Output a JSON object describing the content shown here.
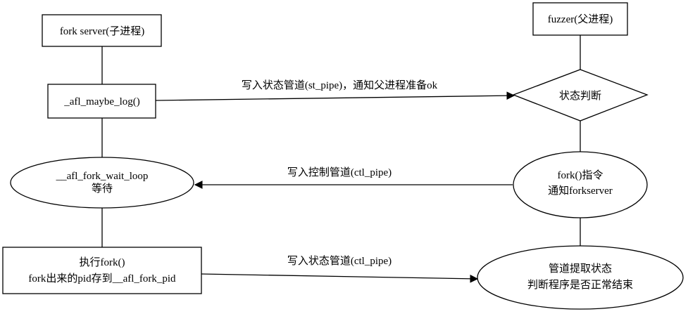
{
  "colors": {
    "stroke": "#000000",
    "fill": "#ffffff",
    "text": "#000000"
  },
  "nodes": {
    "fork_server": {
      "label": "fork server(子进程)"
    },
    "afl_maybe_log": {
      "label": "_afl_maybe_log()"
    },
    "afl_fork_wait_loop": {
      "line1": "__afl_fork_wait_loop",
      "line2": "等待"
    },
    "exec_fork": {
      "line1": "执行fork()",
      "line2": "fork出来的pid存到__afl_fork_pid"
    },
    "fuzzer": {
      "label": "fuzzer(父进程)"
    },
    "state_judge": {
      "label": "状态判断"
    },
    "fork_command": {
      "line1": "fork()指令",
      "line2": "通知forkserver"
    },
    "pipe_state": {
      "line1": "管道提取状态",
      "line2": "判断程序是否正常结束"
    }
  },
  "edges": {
    "st_pipe_ready": {
      "label": "写入状态管道(st_pipe)，通知父进程准备ok"
    },
    "ctl_pipe_write": {
      "label": "写入控制管道(ctl_pipe)"
    },
    "state_pipe_ctl": {
      "label": "写入状态管道(ctl_pipe)"
    }
  }
}
